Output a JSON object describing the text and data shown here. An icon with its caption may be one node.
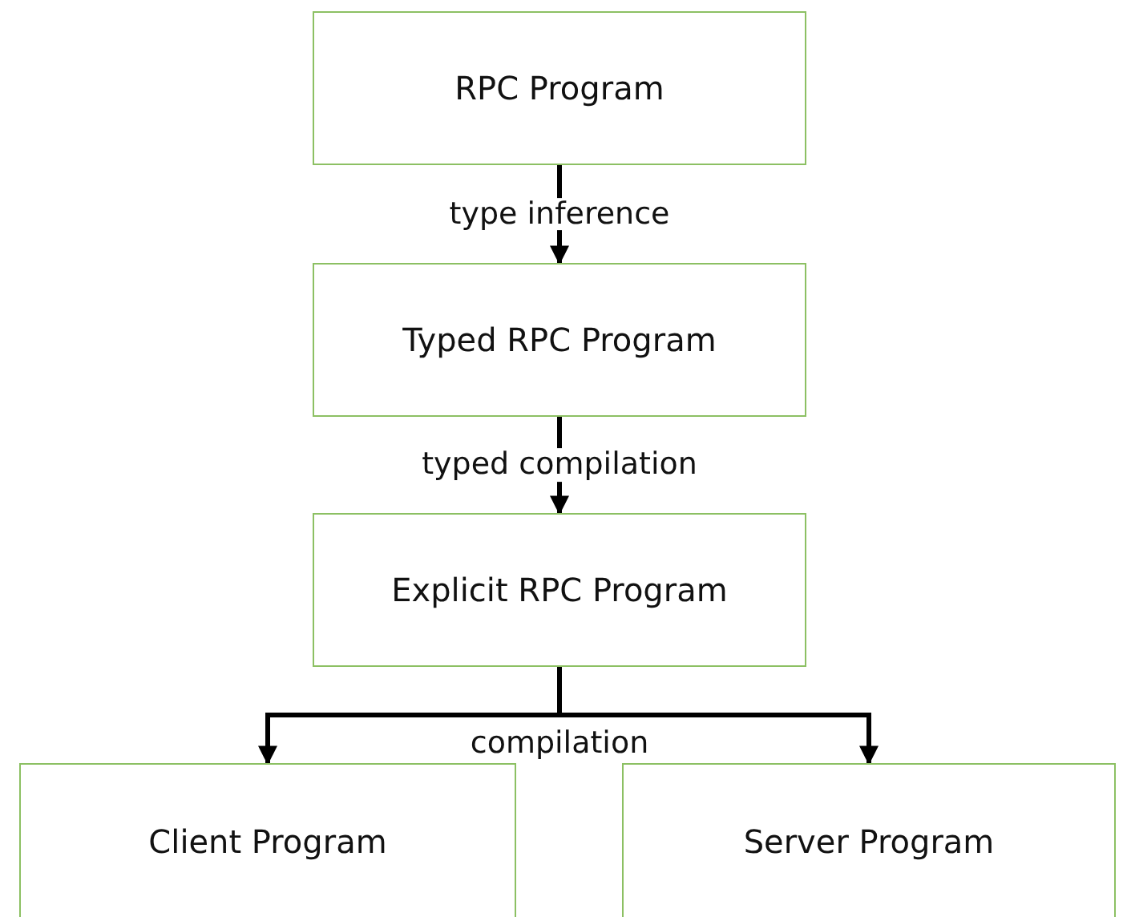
{
  "diagram": {
    "nodes": [
      {
        "text": [
          "RPC Program"
        ]
      },
      {
        "text": [
          "Typed RPC Program"
        ]
      },
      {
        "text": [
          "Explicit RPC Program"
        ]
      },
      {
        "text": [
          "Client Program"
        ]
      },
      {
        "text": [
          "Server Program"
        ]
      }
    ],
    "edges": [
      {
        "from": 0,
        "to": 1,
        "arrow": "to",
        "label": "type inference"
      },
      {
        "from": 1,
        "to": 2,
        "arrow": "to",
        "label": "typed compilation"
      },
      {
        "from": 2,
        "to": 3,
        "arrow": "to",
        "label": "compilation"
      },
      {
        "from": 2,
        "to": 4,
        "arrow": "to"
      }
    ]
  }
}
